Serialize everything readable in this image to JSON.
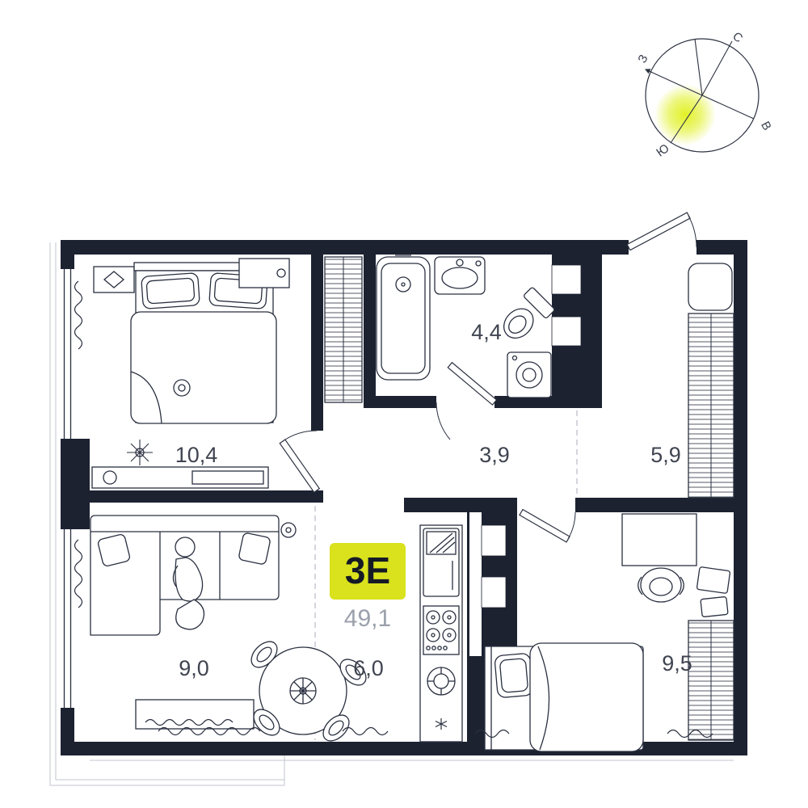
{
  "apartment": {
    "type_label": "3Е",
    "total_area": "49,1",
    "accent_color": "#d9e21c"
  },
  "compass": {
    "north": "С",
    "east": "В",
    "south": "Ю",
    "west": "З"
  },
  "rooms": [
    {
      "id": "bedroom-main",
      "area": "10,4"
    },
    {
      "id": "bathroom",
      "area": "4,4"
    },
    {
      "id": "hallway",
      "area": "3,9"
    },
    {
      "id": "entry-hall",
      "area": "5,9"
    },
    {
      "id": "living-room",
      "area": "9,0"
    },
    {
      "id": "kitchen",
      "area": "6,0"
    },
    {
      "id": "bedroom-second",
      "area": "9,5"
    }
  ],
  "colors": {
    "wall": "#1c2230",
    "furniture_line": "#2a3040",
    "dashed_line": "#c5c9d2",
    "label_text": "#3f4450",
    "muted_text": "#9aa0ab"
  }
}
